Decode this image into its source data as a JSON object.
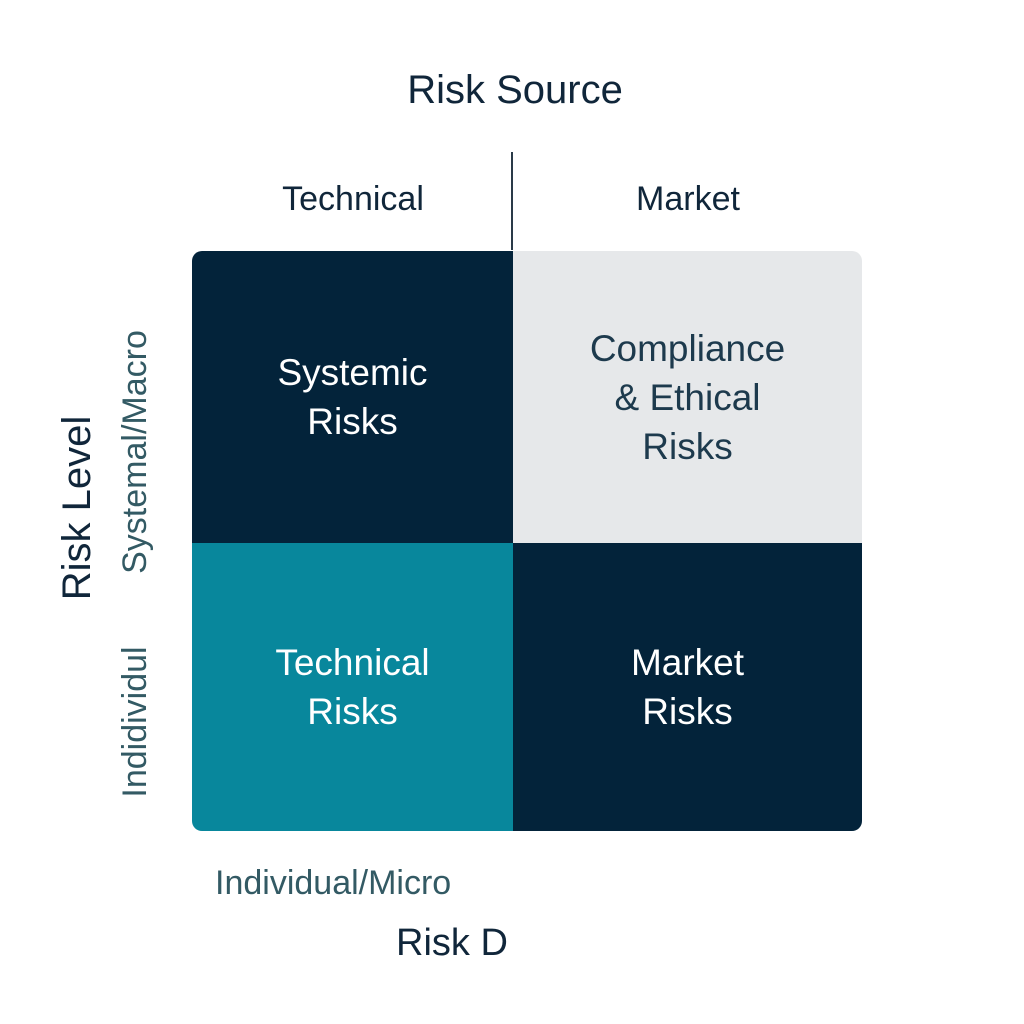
{
  "diagram": {
    "top_title": "Risk Source",
    "column_headers": [
      "Technical",
      "Market"
    ],
    "y_axis_title": "Risk Level",
    "y_labels": {
      "top": "Systemal/Macro",
      "bottom": "Indidividul"
    },
    "x_label_bottom": "Individual/Micro",
    "x_axis_title": "Risk D",
    "cells": [
      {
        "label": "Systemic\nRisks",
        "bg": "#03233a",
        "text_color": "#ffffff"
      },
      {
        "label": "Compliance\n& Ethical\nRisks",
        "bg": "#e6e8ea",
        "text_color": "#1d3a4d"
      },
      {
        "label": "Technical\nRisks",
        "bg": "#08879c",
        "text_color": "#ffffff"
      },
      {
        "label": "Market\nRisks",
        "bg": "#03233a",
        "text_color": "#ffffff"
      }
    ]
  }
}
